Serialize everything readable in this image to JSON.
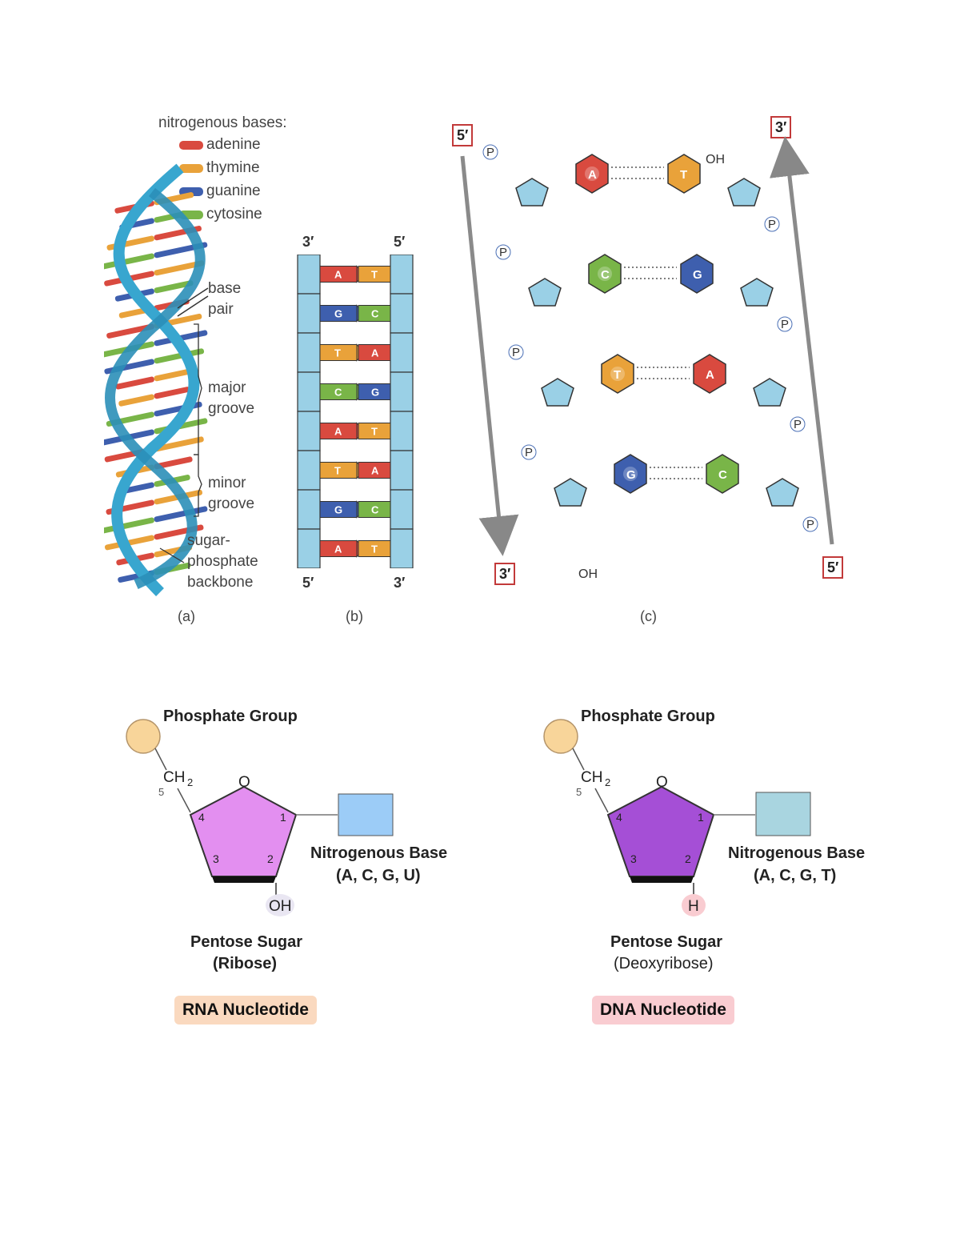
{
  "legend": {
    "title": "nitrogenous bases:",
    "items": [
      {
        "label": "adenine",
        "color": "#d94a3f"
      },
      {
        "label": "thymine",
        "color": "#e9a23a"
      },
      {
        "label": "guanine",
        "color": "#3e5fae"
      },
      {
        "label": "cytosine",
        "color": "#79b548"
      }
    ]
  },
  "helix_labels": {
    "base_pair_1": "base",
    "base_pair_2": "pair",
    "major_1": "major",
    "major_2": "groove",
    "minor_1": "minor",
    "minor_2": "groove",
    "backbone_1": "sugar-",
    "backbone_2": "phosphate",
    "backbone_3": "backbone"
  },
  "ladder": {
    "top_left": "3′",
    "top_right": "5′",
    "bottom_left": "5′",
    "bottom_right": "3′",
    "pairs": [
      {
        "left": "A",
        "right": "T"
      },
      {
        "left": "G",
        "right": "C"
      },
      {
        "left": "T",
        "right": "A"
      },
      {
        "left": "C",
        "right": "G"
      },
      {
        "left": "A",
        "right": "T"
      },
      {
        "left": "T",
        "right": "A"
      },
      {
        "left": "G",
        "right": "C"
      },
      {
        "left": "A",
        "right": "T"
      }
    ]
  },
  "captions": {
    "a": "(a)",
    "b": "(b)",
    "c": "(c)"
  },
  "chem": {
    "left_top": "5′",
    "left_bottom": "3′",
    "right_top": "3′",
    "right_bottom": "5′",
    "rows": [
      {
        "left": "A",
        "right": "T"
      },
      {
        "left": "C",
        "right": "G"
      },
      {
        "left": "T",
        "right": "A"
      },
      {
        "left": "G",
        "right": "C"
      }
    ],
    "oh_top": "OH",
    "oh_bottom": "OH"
  },
  "rna": {
    "phosphate": "Phosphate Group",
    "ch2": "CH",
    "ch2_sub": "2",
    "five": "5",
    "o": "O",
    "n1": "1",
    "n2": "2",
    "n3": "3",
    "n4": "4",
    "sub": "OH",
    "base_title": "Nitrogenous Base",
    "base_prefix": "(A, C, G, ",
    "base_last": "U",
    "base_suffix": ")",
    "sugar_1": "Pentose Sugar",
    "sugar_2": "(Ribose)",
    "pill": "RNA Nucleotide"
  },
  "dna": {
    "phosphate": "Phosphate Group",
    "ch2": "CH",
    "ch2_sub": "2",
    "five": "5",
    "o": "O",
    "n1": "1",
    "n2": "2",
    "n3": "3",
    "n4": "4",
    "sub": "H",
    "base_title": "Nitrogenous Base",
    "base_prefix": "(A, C, G, ",
    "base_last": "T",
    "base_suffix": ")",
    "sugar_1": "Pentose Sugar",
    "sugar_2": "(Deoxyribose)",
    "pill": "DNA Nucleotide"
  },
  "colors": {
    "adenine": "#d94a3f",
    "thymine": "#e9a23a",
    "guanine": "#3e5fae",
    "cytosine": "#79b548",
    "backbone": "#38a6cf",
    "sugar_ring": "#9ad0e6",
    "rna_sugar": "#e38ff0",
    "dna_sugar": "#a54fd6",
    "rna_base": "#9cccf7",
    "dna_base": "#a9d5e0",
    "phosphate": "#f8d59a",
    "rna_pill": "#fad9bf",
    "dna_pill": "#f9ccd1"
  }
}
